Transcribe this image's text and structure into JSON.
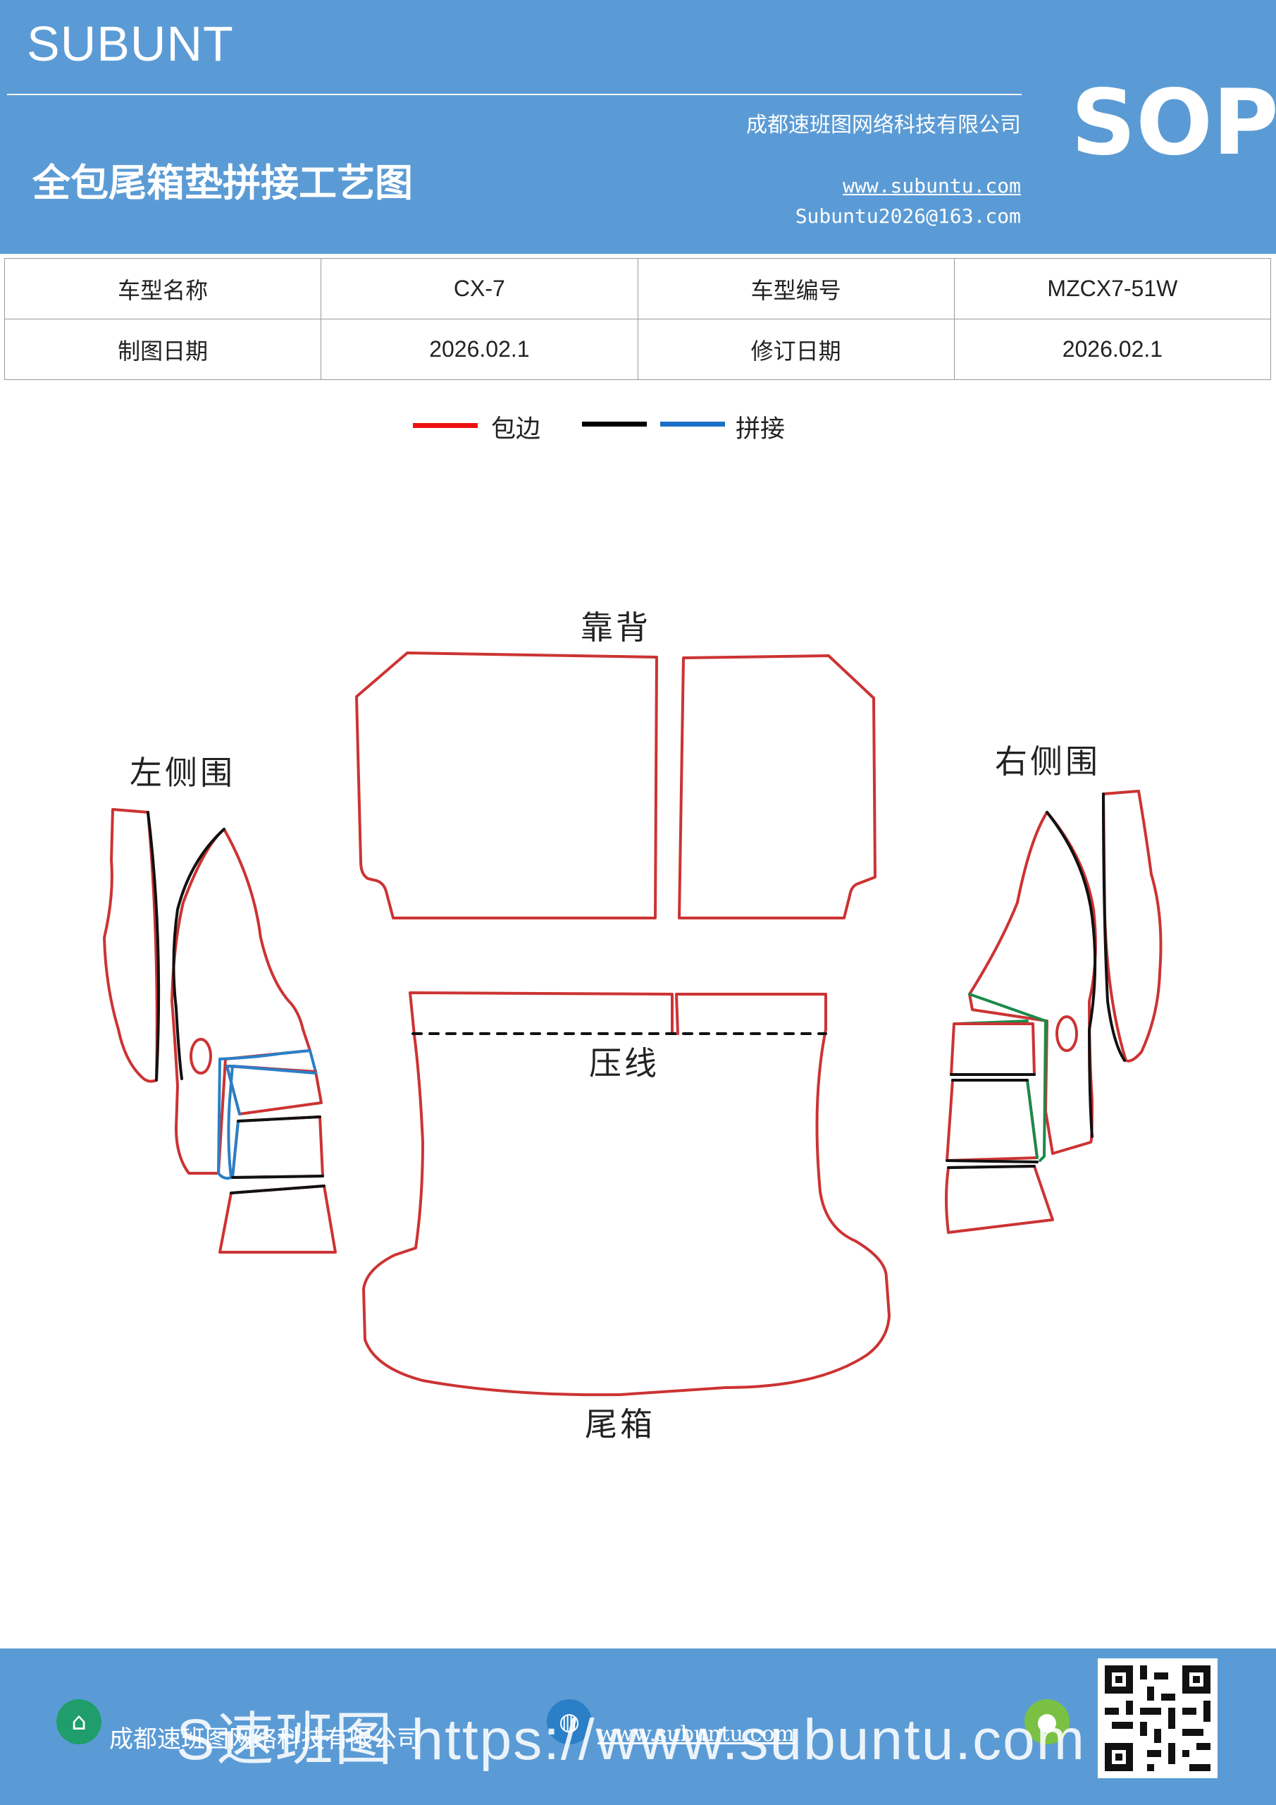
{
  "header": {
    "brand": "SUBUNT",
    "title": "全包尾箱垫拼接工艺图",
    "company": "成都速班图网络科技有限公司",
    "website": "www.subuntu.com",
    "email": "Subuntu2026@163.com",
    "badge": "SOP"
  },
  "info_table": {
    "rows": [
      {
        "label1": "车型名称",
        "value1": "CX-7",
        "label2": "车型编号",
        "value2": "MZCX7-51W"
      },
      {
        "label1": "制图日期",
        "value1": "2026.02.1",
        "label2": "修订日期",
        "value2": "2026.02.1"
      }
    ]
  },
  "legend": {
    "items": [
      {
        "color": "#ee1111",
        "label": "包边"
      },
      {
        "color": "#000000",
        "label": ""
      },
      {
        "color": "#1a6fc4",
        "label": "拼接"
      }
    ]
  },
  "diagram": {
    "labels": {
      "backrest": "靠背",
      "left_side": "左侧围",
      "right_side": "右侧围",
      "press_line": "压线",
      "trunk": "尾箱"
    },
    "colors": {
      "edge": "#cc3333",
      "black": "#111111",
      "blue": "#2a7fc7",
      "green": "#1a8a4a"
    }
  },
  "footer": {
    "company": "成都速班图网络科技有限公司",
    "website": "www.subuntu.com",
    "watermark": "S速班图 https://www.subuntu.com",
    "icons": [
      "building-icon",
      "globe-icon",
      "wechat-icon",
      "qr-code"
    ]
  }
}
